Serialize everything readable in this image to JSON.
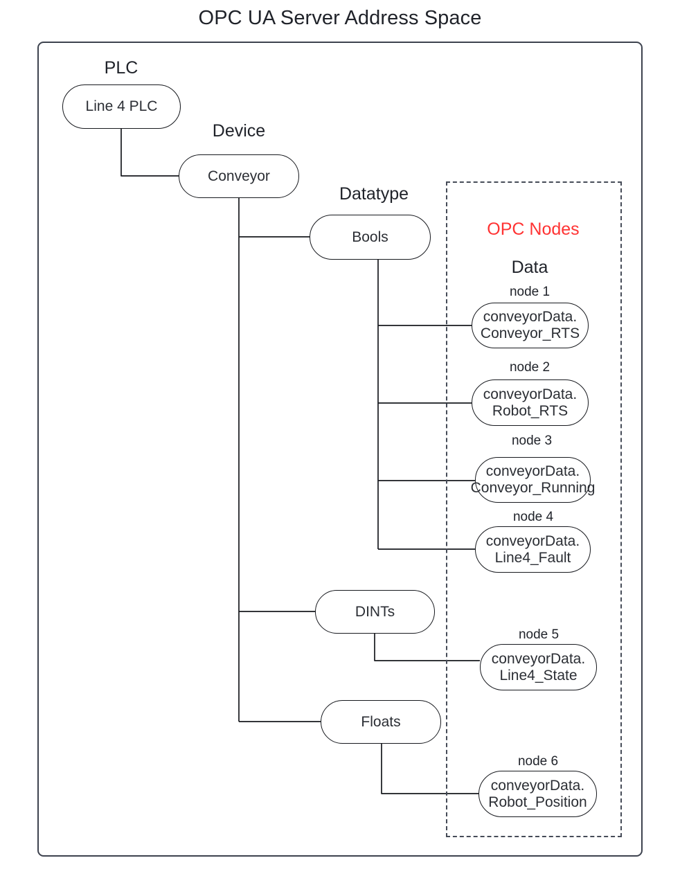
{
  "title": "OPC UA Server Address Space",
  "colors": {
    "accent_red": "#ff3333",
    "stroke": "#16181d",
    "frame": "#3d424e",
    "text": "#1f2229",
    "background": "#ffffff"
  },
  "captions": {
    "plc": "PLC",
    "device": "Device",
    "datatype": "Datatype",
    "opc_nodes": "OPC Nodes",
    "data": "Data"
  },
  "tree": {
    "plc_node": "Line 4 PLC",
    "device_node": "Conveyor",
    "datatypes": [
      {
        "label": "Bools"
      },
      {
        "label": "DINTs"
      },
      {
        "label": "Floats"
      }
    ]
  },
  "opc_nodes": [
    {
      "caption": "node 1",
      "line1": "conveyorData.",
      "line2": "Conveyor_RTS",
      "datatype": "Bools"
    },
    {
      "caption": "node 2",
      "line1": "conveyorData.",
      "line2": "Robot_RTS",
      "datatype": "Bools"
    },
    {
      "caption": "node 3",
      "line1": "conveyorData.",
      "line2": "Conveyor_Running",
      "datatype": "Bools"
    },
    {
      "caption": "node 4",
      "line1": "conveyorData.",
      "line2": "Line4_Fault",
      "datatype": "Bools"
    },
    {
      "caption": "node 5",
      "line1": "conveyorData.",
      "line2": "Line4_State",
      "datatype": "DINTs"
    },
    {
      "caption": "node 6",
      "line1": "conveyorData.",
      "line2": "Robot_Position",
      "datatype": "Floats"
    }
  ]
}
